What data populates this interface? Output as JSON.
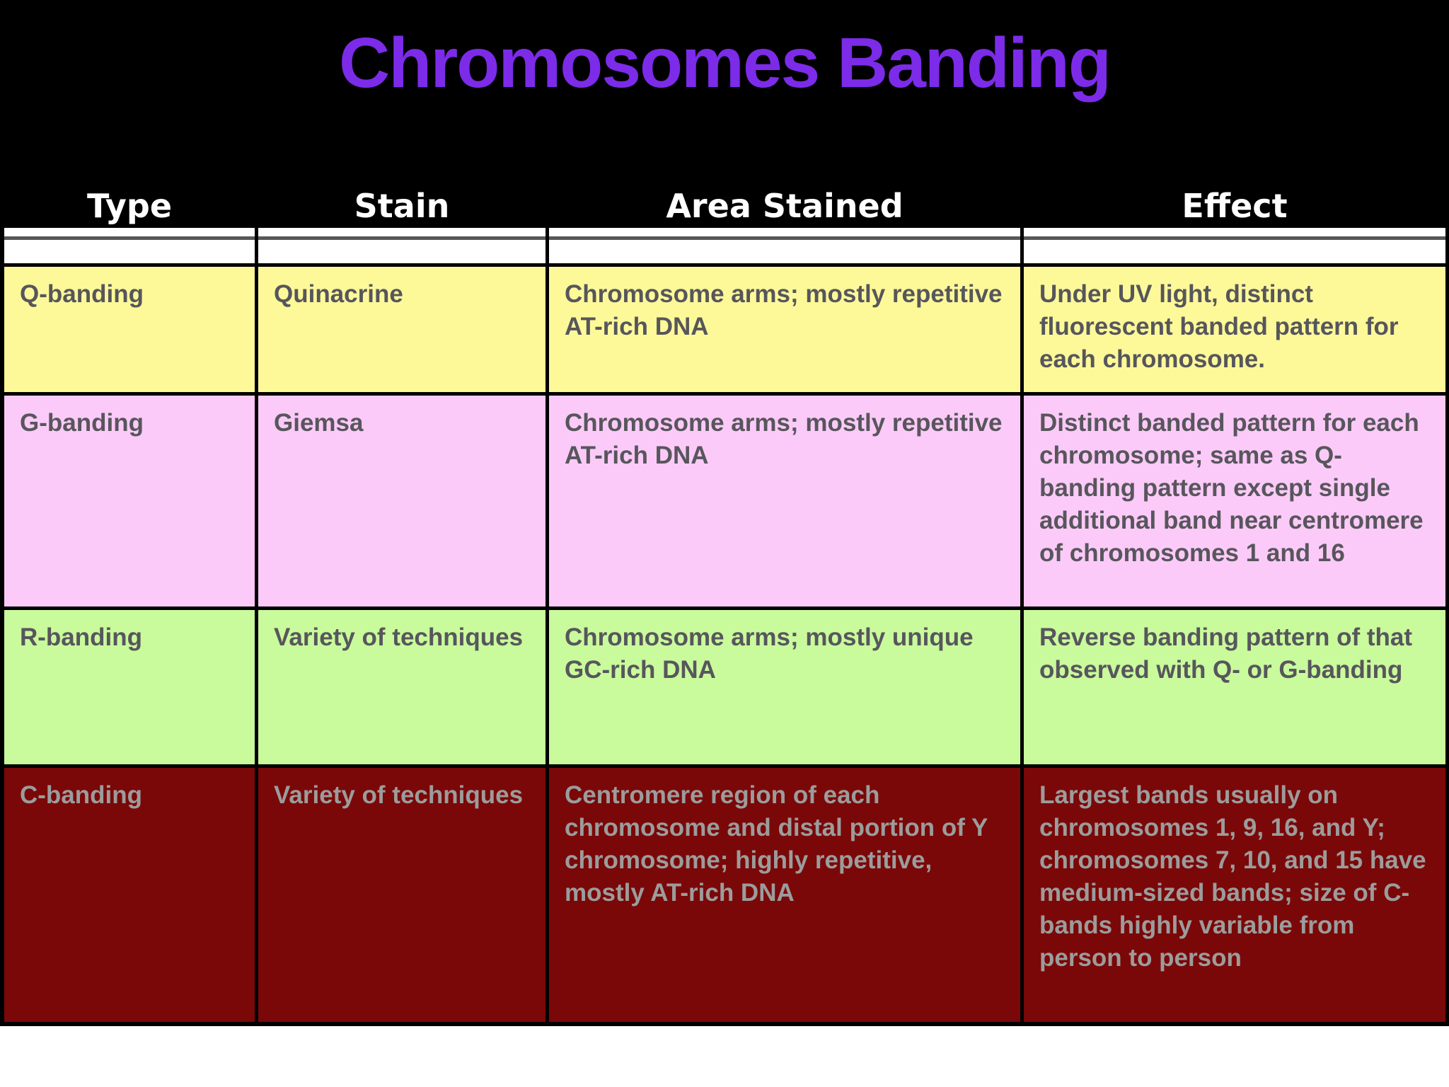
{
  "slide": {
    "title": "Chromosomes Banding",
    "colors": {
      "title": "#7c2be8",
      "header_text": "#ffffff",
      "top_background": "#000000",
      "bottom_background": "#ffffff",
      "grid_lines": "#000000",
      "separator_line": "#58585a"
    }
  },
  "table": {
    "columns": [
      "Type",
      "Stain",
      "Area Stained",
      "Effect"
    ],
    "rows": [
      {
        "color": "#fdf999",
        "text_color": "#57565c",
        "cells": [
          "Q-banding",
          "Quinacrine",
          "Chromosome arms; mostly repetitive AT-rich DNA",
          "Under UV light, distinct fluorescent banded pattern for each chromosome."
        ]
      },
      {
        "color": "#fccaf8",
        "text_color": "#57565c",
        "cells": [
          "G-banding",
          "Giemsa",
          "Chromosome arms; mostly repetitive AT-rich DNA",
          "Distinct banded pattern for each chromosome; same as Q-banding pattern except single additional band near centromere of chromosomes 1 and 16"
        ]
      },
      {
        "color": "#c9fa9c",
        "text_color": "#57565c",
        "cells": [
          "R-banding",
          "Variety of techniques",
          "Chromosome arms; mostly unique GC-rich DNA",
          "Reverse banding pattern of that observed with Q- or G-banding"
        ]
      },
      {
        "color": "#7a0808",
        "text_color": "#9c9c9c",
        "cells": [
          "C-banding",
          "Variety of techniques",
          "Centromere region of each chromosome and distal portion of Y chromosome; highly repetitive, mostly AT-rich DNA",
          "Largest bands usually on chromosomes 1, 9, 16, and Y; chromosomes 7, 10, and 15 have medium-sized bands; size of C-bands highly variable from person to person"
        ]
      }
    ]
  }
}
